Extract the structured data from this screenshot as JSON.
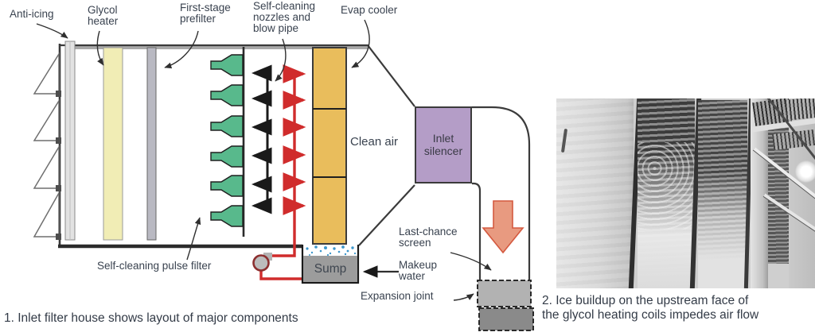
{
  "figure": {
    "diagram": {
      "labels": {
        "anti_icing": "Anti-icing",
        "glycol_heater": "Glycol\nheater",
        "first_stage_prefilter": "First-stage\nprefilter",
        "self_cleaning_nozzles": "Self-cleaning\nnozzles and\nblow pipe",
        "evap_cooler": "Evap cooler",
        "clean_air": "Clean air",
        "inlet_silencer": "Inlet\nsilencer",
        "self_cleaning_pulse_filter": "Self-cleaning pulse filter",
        "last_chance_screen": "Last-chance\nscreen",
        "makeup_water": "Makeup\nwater",
        "expansion_joint": "Expansion joint",
        "sump": "Sump"
      },
      "caption": "1. Inlet filter house shows layout of major components",
      "icons": {
        "airflow": "down-flow-arrow-icon",
        "pulse_air": "left-pulse-arrow-icons",
        "spray_water": "right-spray-arrow-icons",
        "pump": "pump-icon",
        "louvers": "weather-louver-icons",
        "water_droplets": "water-droplet-icons"
      },
      "colors": {
        "evap_cooler": "#e9bd5c",
        "inlet_silencer": "#b49dc7",
        "nozzle_green": "#58b98c",
        "glycol_yellow": "#f1edb5",
        "spray_red": "#d02c2c",
        "flow_arrow_salmon": "#e89a80",
        "sump_gray": "#9c9c9c",
        "label_text": "#39424f"
      }
    },
    "photo": {
      "caption": "2. Ice buildup on the upstream face of\nthe glycol heating coils impedes air flow"
    }
  }
}
